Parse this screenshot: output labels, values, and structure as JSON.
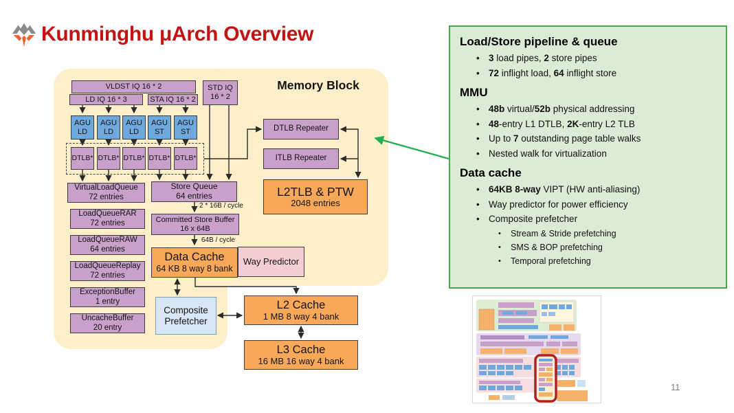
{
  "slide": {
    "title": "Kunminghu μArch Overview",
    "page_number": "11"
  },
  "colors": {
    "title_red": "#c31414",
    "diagram_bg": "#fcefc9",
    "node_purple": "#c9a0c9",
    "node_blue": "#6fa8dc",
    "node_orange": "#f7a858",
    "node_pink": "#f6cdd2",
    "node_lightblue": "#d8e7f6",
    "panel_bg": "#dcebd5",
    "panel_border": "#4da64d",
    "green_arrow": "#1fae53",
    "thumbnail_highlight": "#b51d1d"
  },
  "diagram": {
    "region_title": "Memory Block",
    "nodes": {
      "vldst_iq": {
        "label": "VLDST IQ 16 * 2"
      },
      "ld_iq": {
        "label": "LD IQ 16 * 3"
      },
      "sta_iq": {
        "label": "STA IQ 16 * 2"
      },
      "std_iq": {
        "line1": "STD IQ",
        "line2": "16 * 2"
      },
      "virtual_load_queue": {
        "line1": "VirtualLoadQueue",
        "line2": "72 entries"
      },
      "store_queue": {
        "line1": "Store Queue",
        "line2": "64 entries"
      },
      "load_queue_rar": {
        "line1": "LoadQueueRAR",
        "line2": "72 entries"
      },
      "committed_store_buffer": {
        "line1": "Committed Store Buffer",
        "line2": "16 x 64B"
      },
      "load_queue_raw": {
        "line1": "LoadQueueRAW",
        "line2": "64 entries"
      },
      "data_cache": {
        "line1": "Data Cache",
        "line2": "64 KB 8 way 8 bank"
      },
      "way_predictor": {
        "label": "Way Predictor"
      },
      "load_queue_replay": {
        "line1": "LoadQueueReplay",
        "line2": "72 entries"
      },
      "exception_buffer": {
        "line1": "ExceptionBuffer",
        "line2": "1 entry"
      },
      "uncache_buffer": {
        "line1": "UncacheBuffer",
        "line2": "20 entry"
      },
      "composite_prefetcher": {
        "line1": "Composite",
        "line2": "Prefetcher"
      },
      "l2_cache": {
        "line1": "L2 Cache",
        "line2": "1 MB 8 way 4 bank"
      },
      "l3_cache": {
        "line1": "L3 Cache",
        "line2": "16 MB 16 way 4 bank"
      },
      "dtlb_repeater": {
        "label": "DTLB Repeater"
      },
      "itlb_repeater": {
        "label": "ITLB Repeater"
      },
      "l2tlb_ptw": {
        "line1": "L2TLB & PTW",
        "line2": "2048 entries"
      }
    },
    "agu_units": [
      {
        "line1": "AGU",
        "line2": "LD"
      },
      {
        "line1": "AGU",
        "line2": "LD"
      },
      {
        "line1": "AGU",
        "line2": "LD"
      },
      {
        "line1": "AGU",
        "line2": "ST"
      },
      {
        "line1": "AGU",
        "line2": "ST"
      }
    ],
    "dtlb_units": [
      "DTLB*",
      "DTLB*",
      "DTLB*",
      "DTLB*",
      "DTLB*"
    ],
    "edge_labels": {
      "store_to_csb": "2 * 16B / cycle",
      "csb_to_dcache": "64B / cycle"
    }
  },
  "panel": {
    "sections": [
      {
        "heading": "Load/Store pipeline & queue",
        "bullets": [
          {
            "level": 1,
            "text": "**3** load pipes, **2** store pipes"
          },
          {
            "level": 1,
            "text": "**72** inflight load, **64** inflight store"
          }
        ]
      },
      {
        "heading": "MMU",
        "bullets": [
          {
            "level": 1,
            "text": "**48b** virtual/**52b** physical addressing"
          },
          {
            "level": 1,
            "text": "**48**-entry L1 DTLB, **2K**-entry L2 TLB"
          },
          {
            "level": 1,
            "text": "Up to **7** outstanding page table walks"
          },
          {
            "level": 1,
            "text": "Nested walk for virtualization"
          }
        ]
      },
      {
        "heading": "Data cache",
        "bullets": [
          {
            "level": 1,
            "text": "**64KB 8-way** VIPT (HW anti-aliasing)"
          },
          {
            "level": 1,
            "text": "Way predictor for power efficiency"
          },
          {
            "level": 1,
            "text": "Composite prefetcher"
          },
          {
            "level": 2,
            "text": "Stream & Stride prefetching"
          },
          {
            "level": 2,
            "text": "SMS & BOP prefetching"
          },
          {
            "level": 2,
            "text": "Temporal prefetching"
          }
        ]
      }
    ]
  }
}
